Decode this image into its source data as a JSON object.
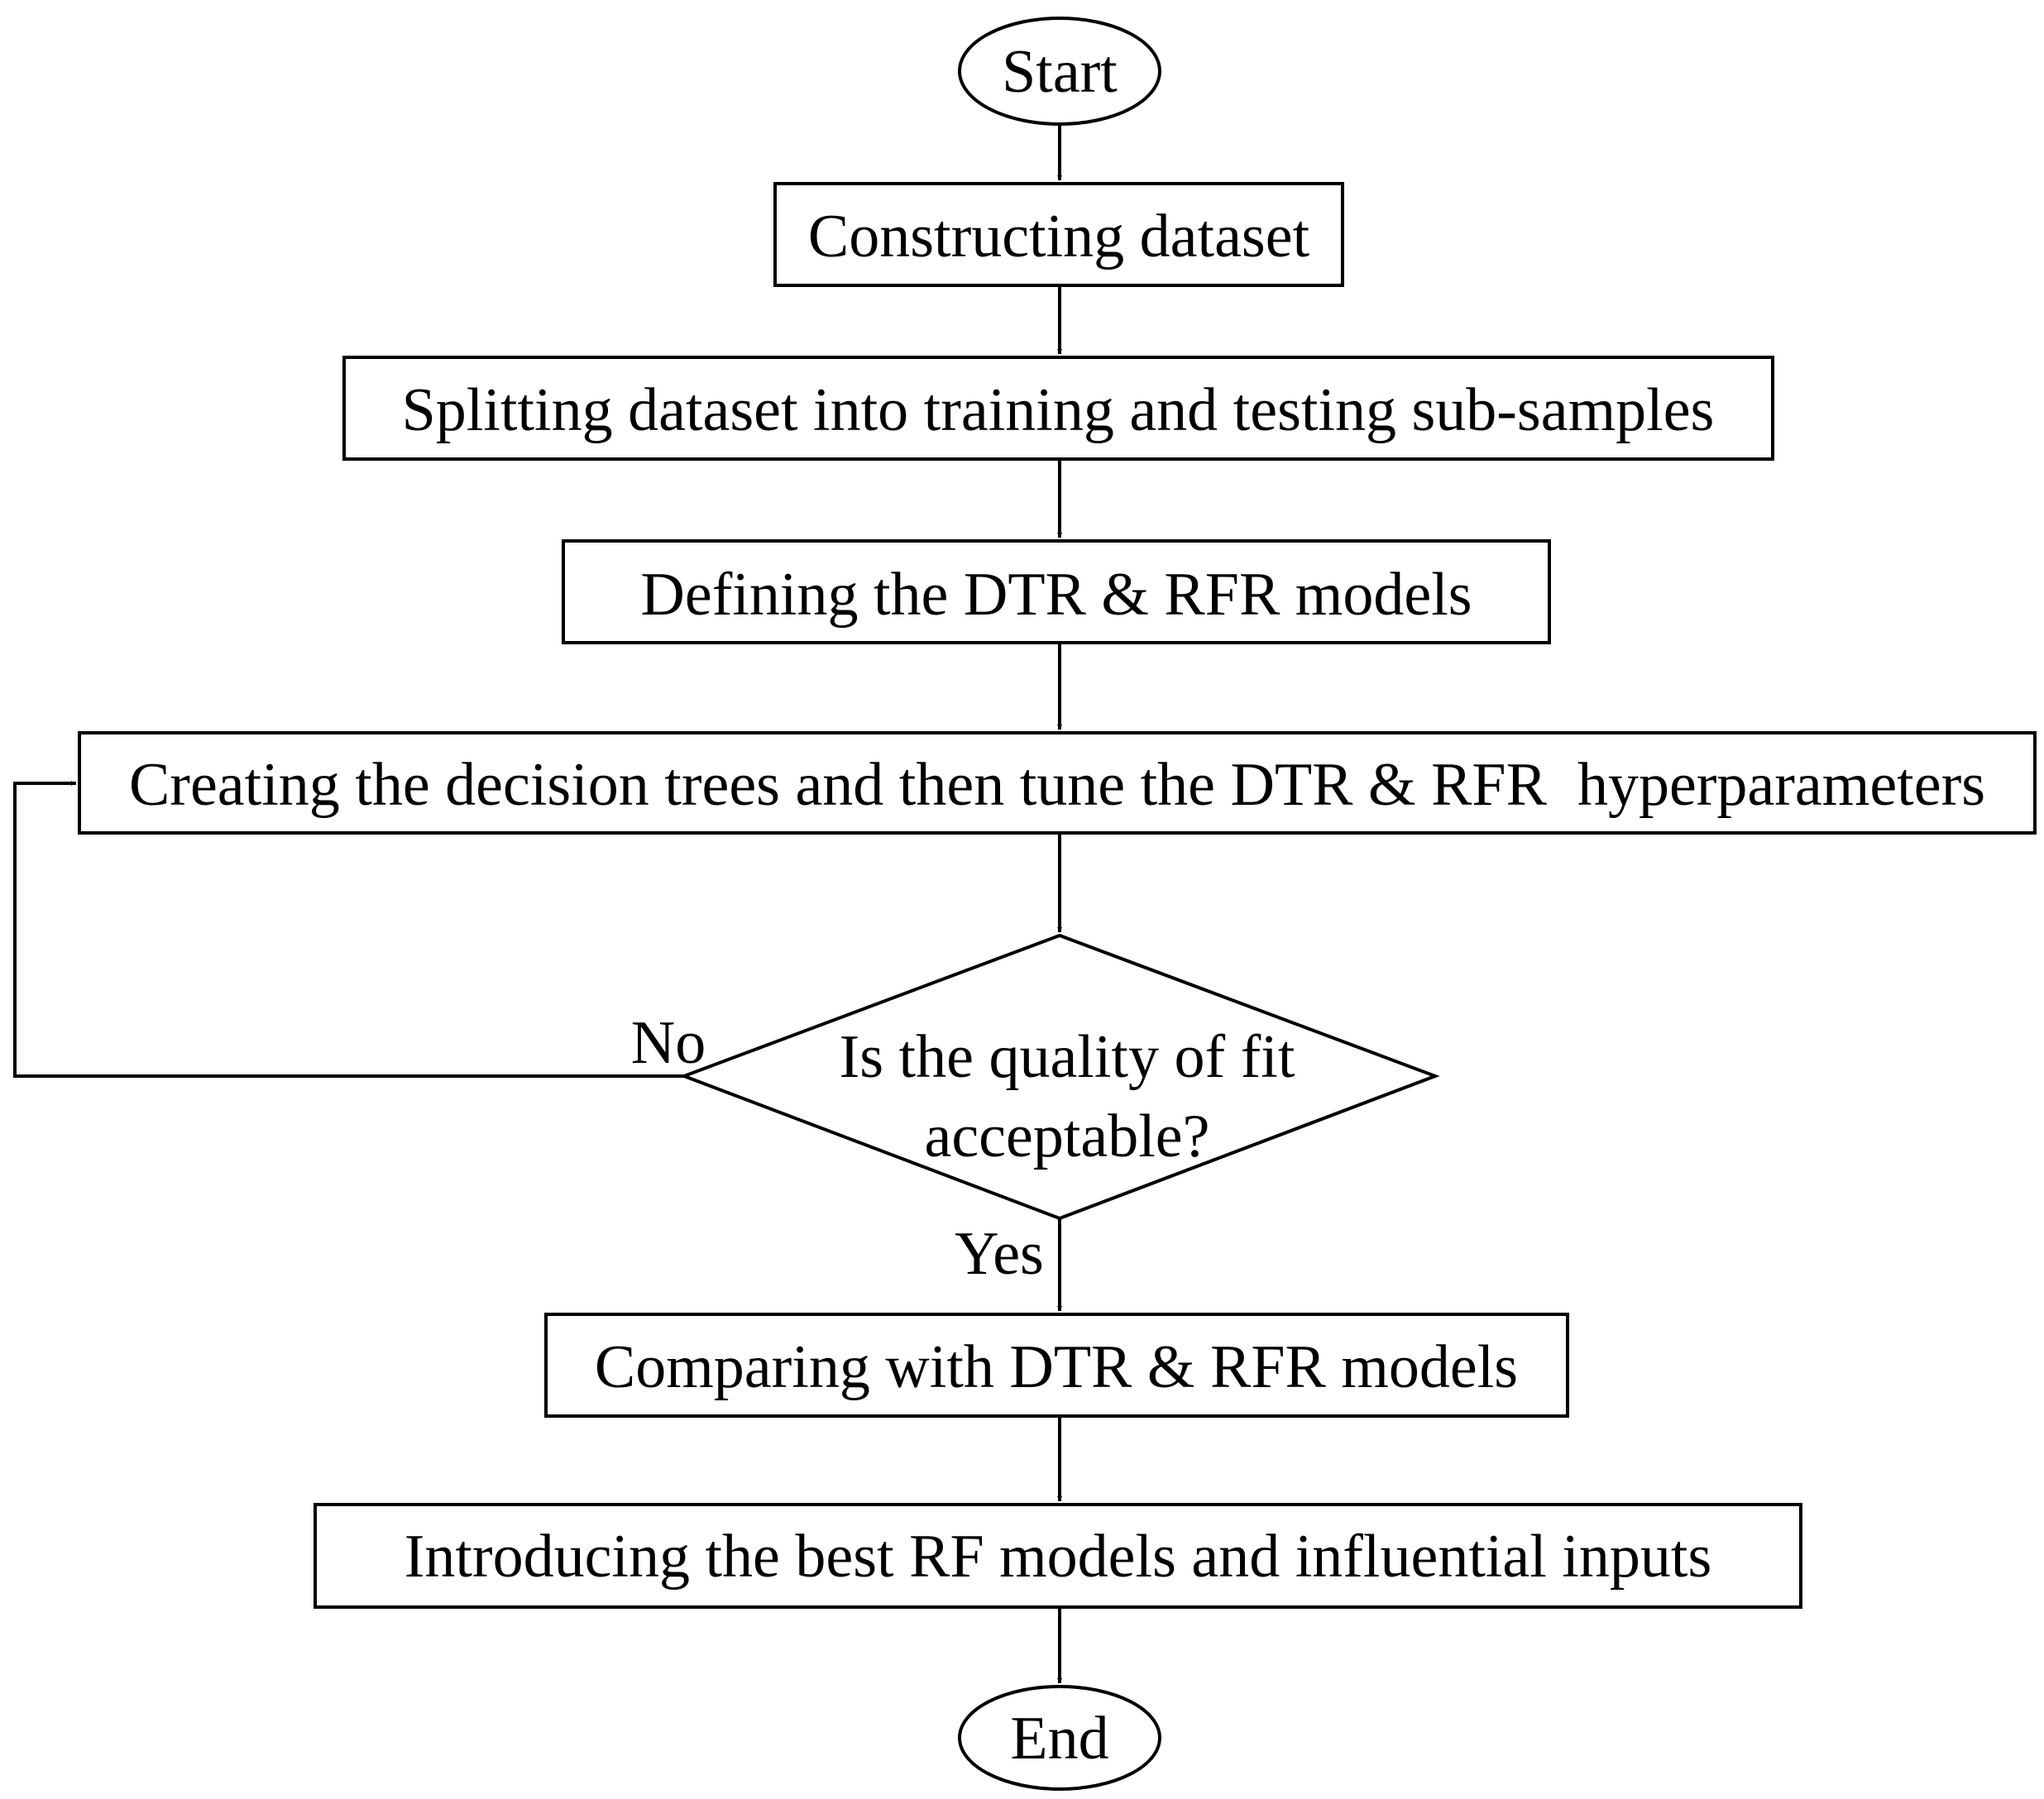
{
  "nodes": {
    "start": "Start",
    "construct": "Constructing dataset",
    "split": "Splitting dataset into training and testing sub-samples",
    "define": "Defining the DTR & RFR models",
    "create": "Creating the decision trees and then tune the DTR & RFR  hyperparameters",
    "decision_line1": "Is the quality of fit",
    "decision_line2": "acceptable?",
    "compare": "Comparing with DTR & RFR models",
    "introduce": "Introducing the best RF models and influential inputs",
    "end": "End"
  },
  "edge_labels": {
    "no": "No",
    "yes": "Yes"
  }
}
